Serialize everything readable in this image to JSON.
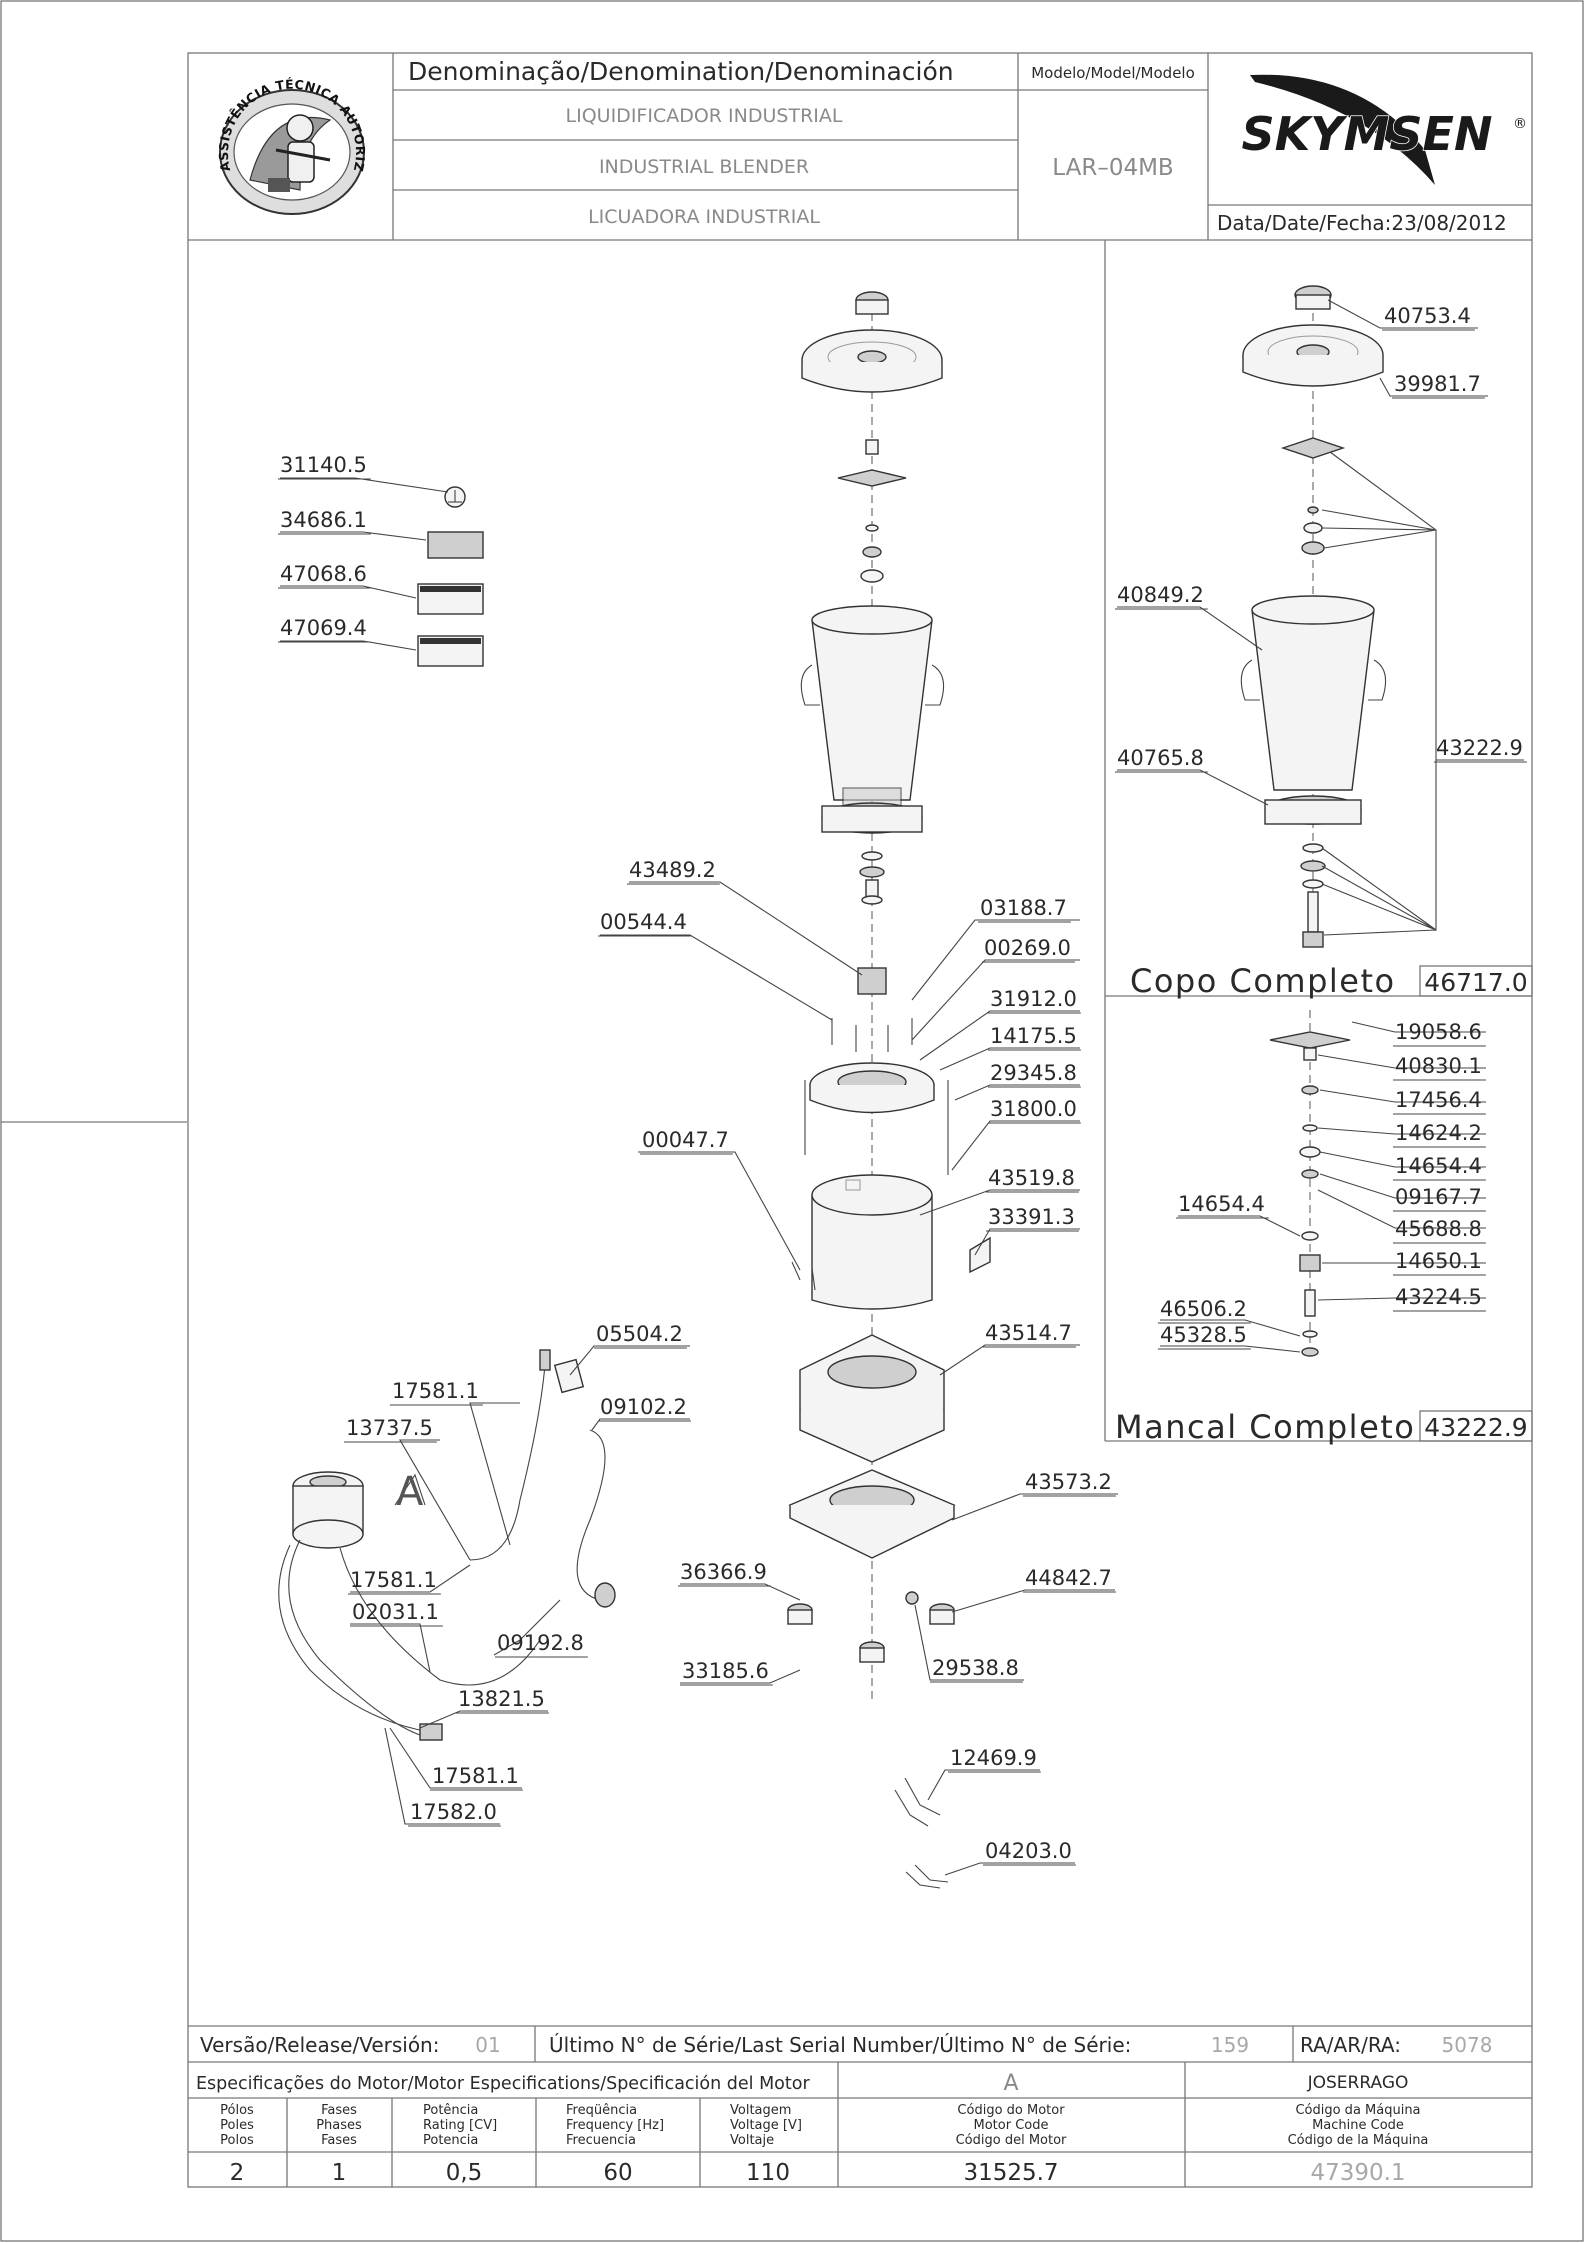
{
  "header": {
    "denomination_label": "Denominação/Denomination/Denominación",
    "names": [
      "LIQUIDIFICADOR INDUSTRIAL",
      "INDUSTRIAL BLENDER",
      "LICUADORA INDUSTRIAL"
    ],
    "model_label": "Modelo/Model/Modelo",
    "model_value": "LAR–04MB",
    "brand": "SKYMSEN",
    "registered_mark": "®",
    "date_label": "Data/Date/Fecha:",
    "date_value": "23/08/2012",
    "seal_text": "ASSISTÊNCIA TÉCNICA AUTORIZADA"
  },
  "main_view": {
    "accessory_labels": [
      "31140.5",
      "34686.1",
      "47068.6",
      "47069.4"
    ],
    "part_labels": [
      "43489.2",
      "00544.4",
      "03188.7",
      "00269.0",
      "31912.0",
      "14175.5",
      "29345.8",
      "31800.0",
      "00047.7",
      "43519.8",
      "33391.3",
      "43514.7",
      "43573.2",
      "36366.9",
      "44842.7",
      "33185.6",
      "29538.8",
      "12469.9",
      "04203.0"
    ],
    "wiring_labels": [
      "05504.2",
      "17581.1",
      "09102.2",
      "13737.5",
      "17581.1",
      "02031.1",
      "09192.8",
      "13821.5",
      "17581.1",
      "17582.0"
    ],
    "motor_mark": "A"
  },
  "copo_completo": {
    "title": "Copo Completo",
    "code": "46717.0",
    "labels": [
      "40753.4",
      "39981.7",
      "40849.2",
      "43222.9",
      "40765.8"
    ]
  },
  "mancal_completo": {
    "title": "Mancal Completo",
    "code": "43222.9",
    "labels": [
      "19058.6",
      "40830.1",
      "17456.4",
      "14624.2",
      "14654.4",
      "09167.7",
      "14654.4",
      "45688.8",
      "14650.1",
      "43224.5",
      "46506.2",
      "45328.5"
    ]
  },
  "footer": {
    "release_label": "Versão/Release/Versión:",
    "release_value": "01",
    "serial_label": "Último N° de Série/Last Serial Number/Último N° de Série:",
    "serial_value": "159",
    "ra_label": "RA/AR/RA:",
    "ra_value": "5078",
    "motor_spec_label": "Especificações do Motor/Motor Especifications/Specificación del Motor",
    "motor_letter": "A",
    "designer": "JOSERRAGO",
    "columns": [
      {
        "l1": "Pólos",
        "l2": "Poles",
        "l3": "Polos",
        "value": "2"
      },
      {
        "l1": "Fases",
        "l2": "Phases",
        "l3": "Fases",
        "value": "1"
      },
      {
        "l1": "Potência",
        "l2": "Rating [CV]",
        "l3": "Potencia",
        "value": "0,5"
      },
      {
        "l1": "Freqüência",
        "l2": "Frequency [Hz]",
        "l3": "Frecuencia",
        "value": "60"
      },
      {
        "l1": "Voltagem",
        "l2": "Voltage [V]",
        "l3": "Voltaje",
        "value": "110"
      },
      {
        "l1": "Código do Motor",
        "l2": "Motor Code",
        "l3": "Código del Motor",
        "value": "31525.7"
      },
      {
        "l1": "Código da Máquina",
        "l2": "Machine Code",
        "l3": "Código de la Máquina",
        "value": "47390.1"
      }
    ]
  },
  "colors": {
    "line": "#777777",
    "text_dark": "#2a2a2a",
    "text_grey": "#8a8a8a",
    "brand": "#1a1a1a"
  }
}
